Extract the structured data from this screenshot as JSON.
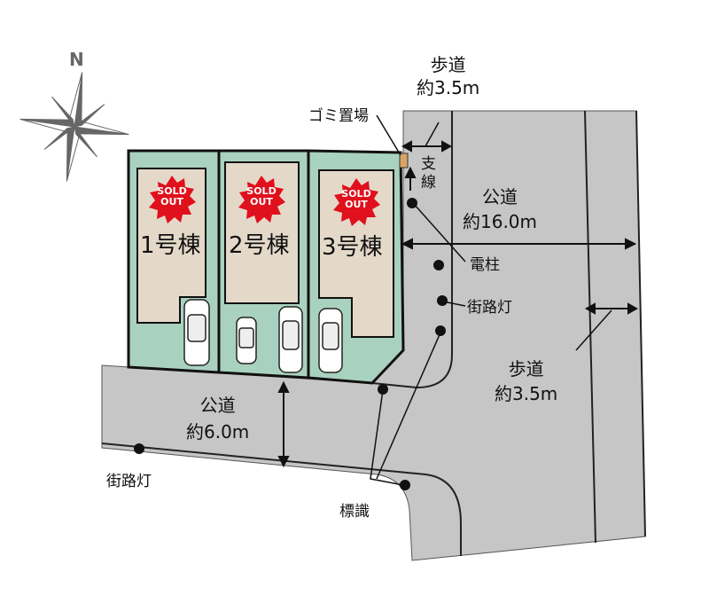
{
  "compass": {
    "north": "N"
  },
  "lots": [
    {
      "label": "1号棟",
      "status": "SOLD OUT"
    },
    {
      "label": "2号棟",
      "status": "SOLD OUT"
    },
    {
      "label": "3号棟",
      "status": "SOLD OUT"
    }
  ],
  "sold": {
    "line1": "SOLD",
    "line2": "OUT"
  },
  "labels": {
    "sidewalk_top": [
      "歩道",
      "約3.5m"
    ],
    "garbage": "ゴミ置場",
    "guy_wire": [
      "支",
      "線"
    ],
    "public_road_main": [
      "公道",
      "約16.0m"
    ],
    "utility_pole": "電柱",
    "street_light_right": "街路灯",
    "sidewalk_right": [
      "歩道",
      "約3.5m"
    ],
    "public_road_side": [
      "公道",
      "約6.0m"
    ],
    "street_light_left": "街路灯",
    "signs": "標識"
  },
  "colors": {
    "lot": "#a9d1bf",
    "building": "#e4d9c9",
    "road": "#c6c6c6",
    "sold": "#e0101c"
  }
}
